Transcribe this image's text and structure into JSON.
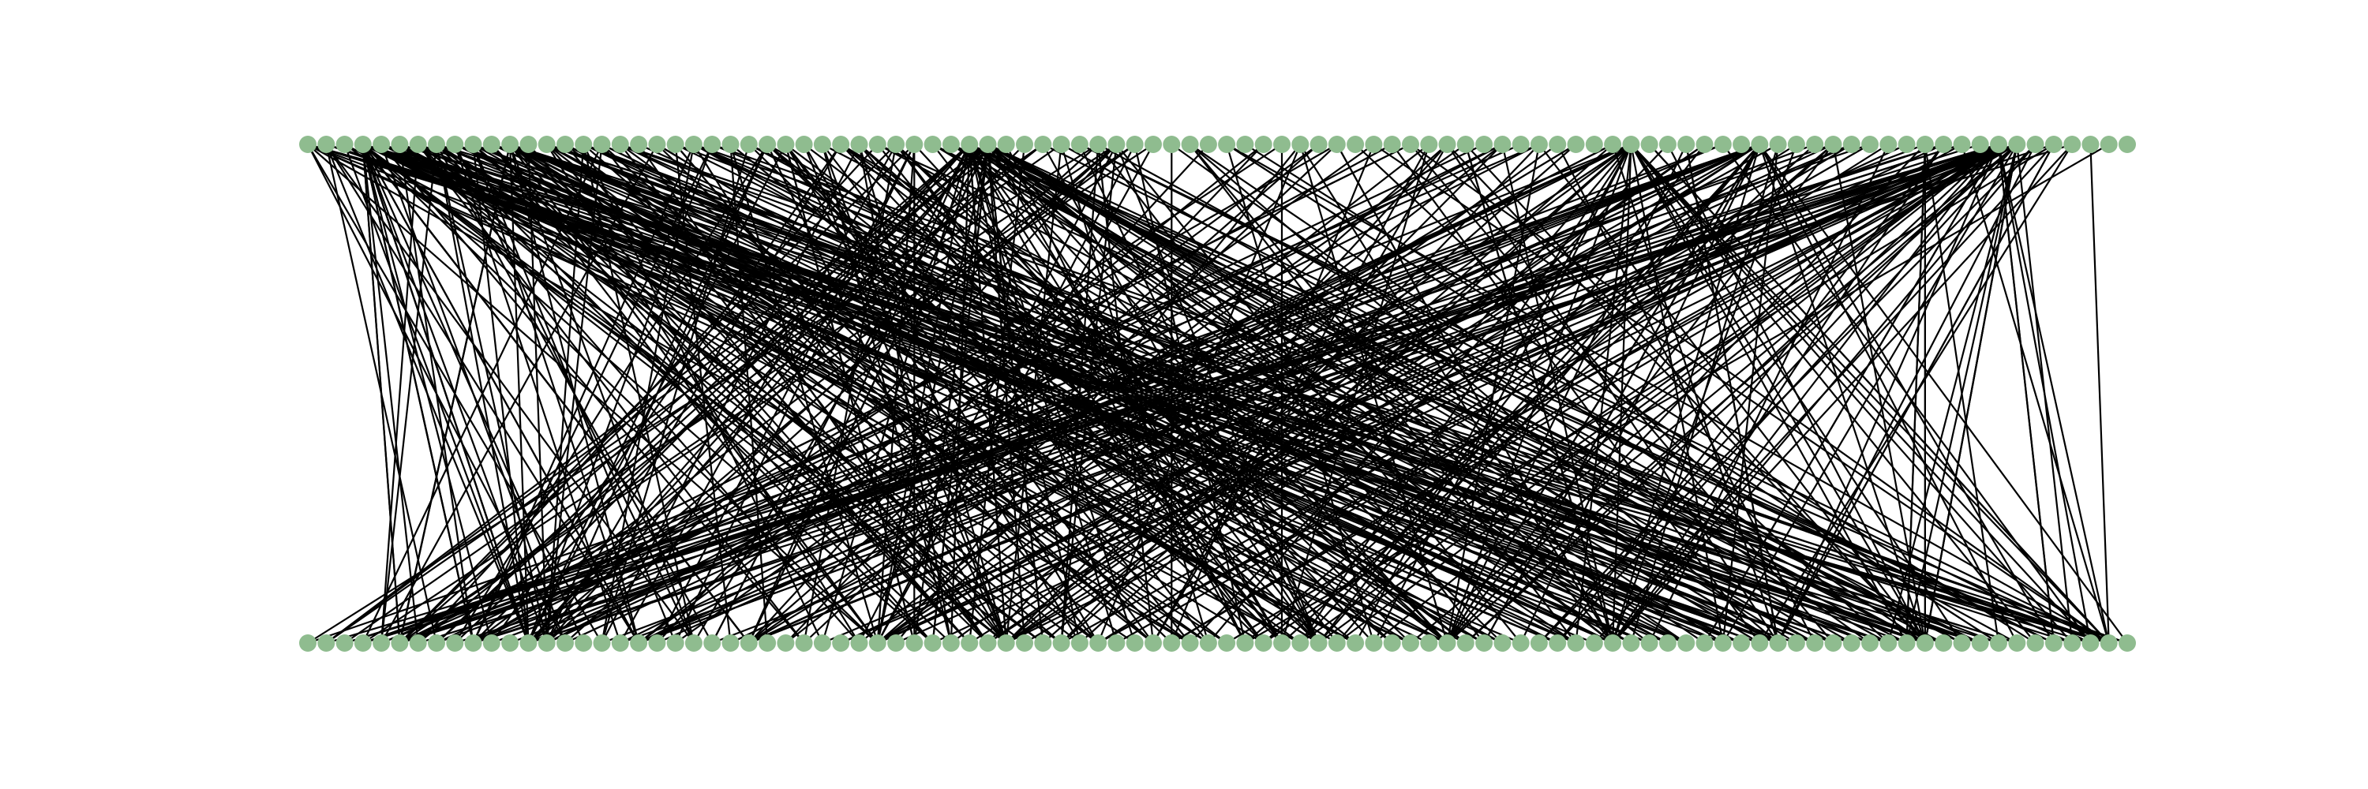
{
  "graph": {
    "type": "bipartite",
    "node_color": "#8fbc8f",
    "edge_color": "#000000",
    "background": "#ffffff",
    "top_node_count": 100,
    "bottom_node_count": 100,
    "hub_nodes_top": [
      3,
      11,
      36,
      37,
      72,
      79,
      92,
      93
    ],
    "hub_nodes_bottom": [
      5,
      9,
      12,
      18,
      24,
      31,
      38,
      55,
      62,
      71,
      80,
      88,
      98
    ],
    "edges_seed": 20240611
  }
}
